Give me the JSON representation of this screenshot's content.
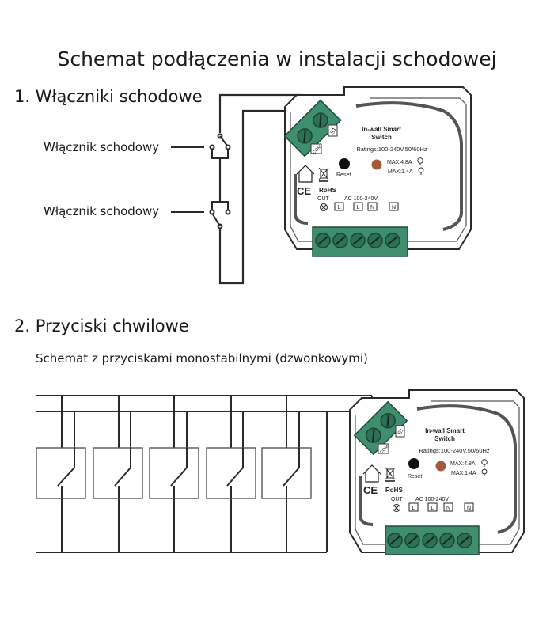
{
  "title": "Schemat podłączenia w instalacji schodowej",
  "section1": {
    "heading": "1. Włączniki schodowe",
    "switch_label_top": "Włącznik schodowy",
    "switch_label_bottom": "Włącznik schodowy"
  },
  "section2": {
    "heading": "2. Przyciski chwilowe",
    "note": "Schemat z przyciskami monostabilnymi (dzwonkowymi)"
  },
  "device": {
    "name_line1": "In-wall Smart",
    "name_line2": "Switch",
    "ratings": "Ratings:100-240V,50/60Hz",
    "max_bulb": "MAX:4.8A",
    "max_motor": "MAX:1.4A",
    "reset": "Reset",
    "rohs": "RoHS",
    "ce": "CE",
    "out": "OUT",
    "ac": "AC 100-240V",
    "term_s1": "S1",
    "term_com": "COM",
    "terminals": [
      "L",
      "L",
      "N",
      "N"
    ]
  },
  "colors": {
    "terminal_green": "#3f8f6f",
    "reset_dot": "#111111",
    "indicator": "#a45a3c",
    "wire": "#2a2a2a"
  }
}
